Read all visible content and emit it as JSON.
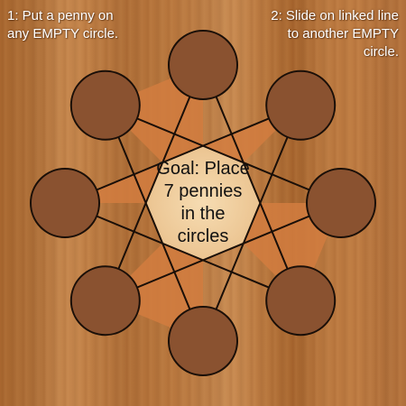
{
  "instructions": {
    "step1_line1": "1: Put a penny on",
    "step1_line2": "any EMPTY circle.",
    "step2_line1": "2: Slide on linked line",
    "step2_line2": "to another EMPTY",
    "step2_line3": "circle."
  },
  "goal": {
    "line1": "Goal: Place",
    "line2": "7 pennies",
    "line3": "in the",
    "line4": "circles"
  },
  "game": {
    "circle_count": 8,
    "pennies_placed": 0,
    "pennies_target": 7,
    "circles": [
      {
        "id": 0,
        "state": "empty"
      },
      {
        "id": 1,
        "state": "empty"
      },
      {
        "id": 2,
        "state": "empty"
      },
      {
        "id": 3,
        "state": "empty"
      },
      {
        "id": 4,
        "state": "empty"
      },
      {
        "id": 5,
        "state": "empty"
      },
      {
        "id": 6,
        "state": "empty"
      },
      {
        "id": 7,
        "state": "empty"
      }
    ],
    "links_skip": 3
  },
  "colors": {
    "circle_fill": "#8a5230",
    "circle_stroke": "#1a0f08",
    "star_point_fill": "#d27c40",
    "center_fill": "#f1cfa0",
    "line_color": "#1a0f08",
    "text_light": "#ffffff",
    "text_dark": "#111111"
  }
}
